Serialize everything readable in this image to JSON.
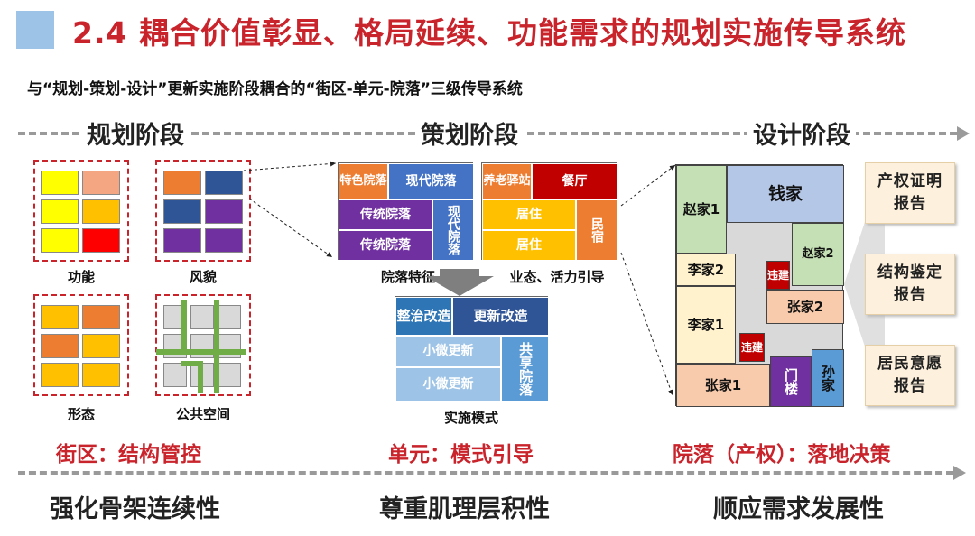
{
  "header": {
    "title": "2.4 耦合价值彰显、格局延续、功能需求的规划实施传导系统",
    "subtitle": "与“规划-策划-设计”更新实施阶段耦合的“街区-单元-院落”三级传导系统",
    "title_color": "#c9232b",
    "square_color": "#9dc3e6"
  },
  "phases": [
    "规划阶段",
    "策划阶段",
    "设计阶段"
  ],
  "planning": {
    "labels": [
      "功能",
      "风貌",
      "形态",
      "公共空间"
    ],
    "func_colors": [
      "#ffff00",
      "#f4a582",
      "#ffff00",
      "#ffc000",
      "#ffff00",
      "#ff0000"
    ],
    "style_colors": [
      "#ed7d31",
      "#2f5597",
      "#2f5597",
      "#7030a0",
      "#7030a0",
      "#7030a0"
    ],
    "form_colors": [
      "#ffc000",
      "#ed7d31",
      "#ed7d31",
      "#ffc000",
      "#ffc000",
      "#ffc000"
    ],
    "space_color": "#70ad47"
  },
  "strategy": {
    "courtyard": {
      "feature": "特色院落",
      "modern": "现代院落",
      "trad1": "传统院落",
      "trad2": "传统院落",
      "modern_v": "现代院落"
    },
    "business": {
      "elder": "养老驿站",
      "restaurant": "餐厅",
      "res1": "居住",
      "res2": "居住",
      "inn": "民宿"
    },
    "label_left": "院落特征",
    "label_right": "业态、活力引导",
    "mode": {
      "renovate": "整治改造",
      "update": "更新改造",
      "micro1": "小微更新",
      "micro2": "小微更新",
      "shared": "共享院落",
      "label": "实施模式"
    }
  },
  "design": {
    "plots": {
      "zhao1": "赵家1",
      "qian": "钱家",
      "zhao2": "赵家2",
      "li2": "李家2",
      "weijian1": "违建",
      "zhang2": "张家2",
      "li1": "李家1",
      "weijian2": "违建",
      "sun": "孙家",
      "zhang1": "张家1",
      "menlou": "门楼"
    },
    "reports": [
      "产权证明报告",
      "结构鉴定报告",
      "居民意愿报告"
    ]
  },
  "summaries": [
    "街区：结构管控",
    "单元：模式引导",
    "院落（产权）：落地决策"
  ],
  "bottom": [
    "强化骨架连续性",
    "尊重肌理层积性",
    "顺应需求发展性"
  ],
  "colors": {
    "red": "#c9232b",
    "blue": "#4472c4",
    "purple": "#7030a0",
    "orange": "#ed7d31",
    "yellow": "#ffc000",
    "darkred": "#c00000",
    "lightblue": "#9dc3e6",
    "green_plot": "#c5e0b4",
    "peach": "#f8cbad",
    "pale_yellow": "#fff2cc",
    "grey_plot": "#d9d9d9",
    "lavender": "#b4c7e7"
  }
}
